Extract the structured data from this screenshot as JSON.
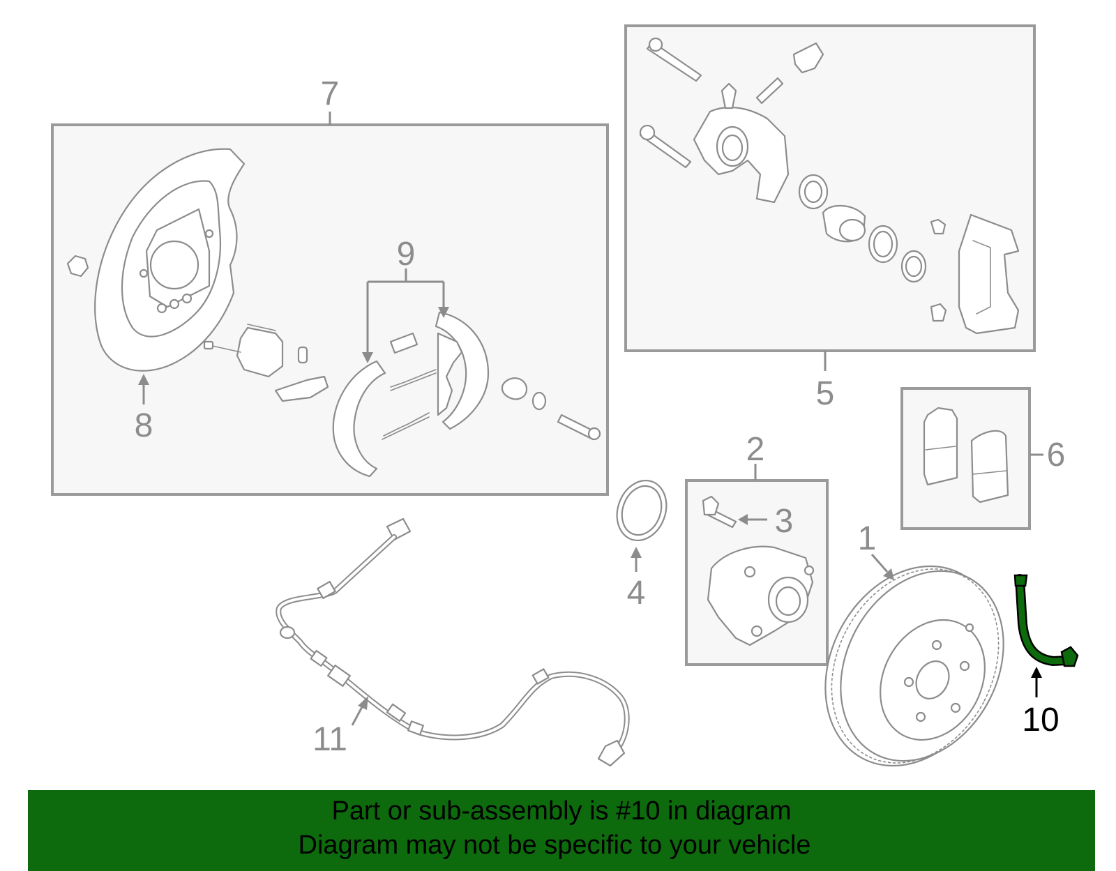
{
  "diagram": {
    "highlight_color": "#0d6b0d",
    "highlighted_part": "10",
    "callouts": {
      "c1": "1",
      "c2": "2",
      "c3": "3",
      "c4": "4",
      "c5": "5",
      "c6": "6",
      "c7": "7",
      "c8": "8",
      "c9": "9",
      "c10": "10",
      "c11": "11"
    }
  },
  "banner": {
    "background": "#0d6b0d",
    "line1": "Part or sub-assembly is #10 in diagram",
    "line2": "Diagram may not be specific to your vehicle"
  }
}
